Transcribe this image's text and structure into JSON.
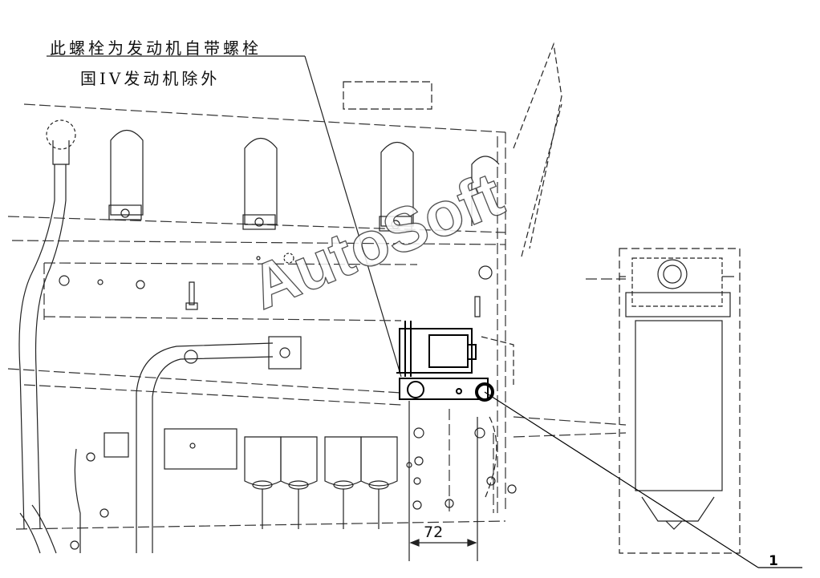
{
  "notes": {
    "line1": "此螺栓为发动机自带螺栓",
    "line2": "国IV发动机除外"
  },
  "dimension": {
    "value": "72"
  },
  "callout": {
    "number": "1"
  },
  "watermark": {
    "text": "AutoSoft"
  }
}
